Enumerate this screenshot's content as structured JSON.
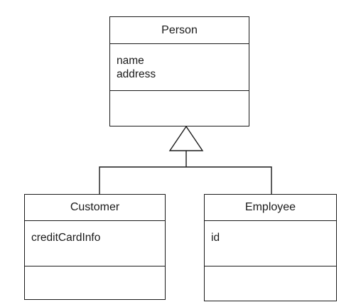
{
  "diagram": {
    "classes": {
      "person": {
        "name": "Person",
        "attributes": [
          "name",
          "address"
        ],
        "operations": []
      },
      "customer": {
        "name": "Customer",
        "attributes": [
          "creditCardInfo"
        ],
        "operations": []
      },
      "employee": {
        "name": "Employee",
        "attributes": [
          "id"
        ],
        "operations": []
      }
    },
    "relationships": [
      {
        "type": "generalization",
        "from": "Customer",
        "to": "Person"
      },
      {
        "type": "generalization",
        "from": "Employee",
        "to": "Person"
      }
    ]
  },
  "colors": {
    "line": "#1a1a1a",
    "background": "#ffffff"
  }
}
